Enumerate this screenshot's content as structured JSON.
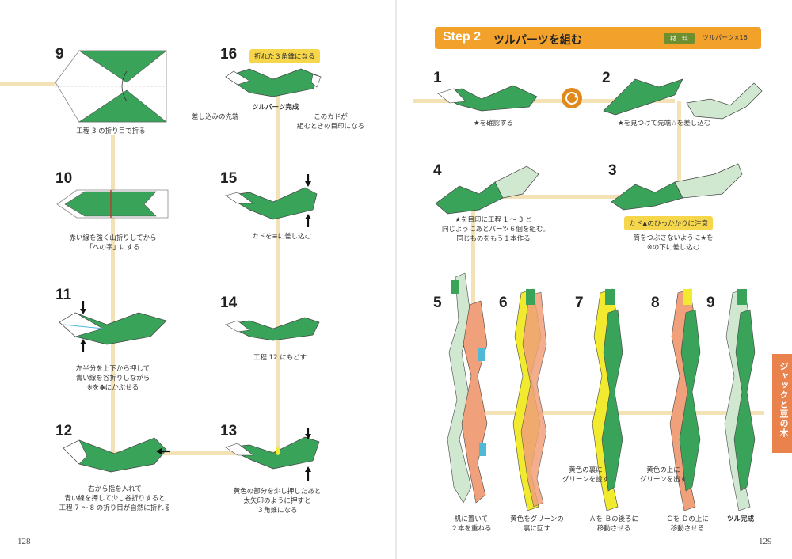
{
  "left_page": {
    "page_number": "128",
    "steps": [
      {
        "id": "s9",
        "number": "9",
        "caption": [
          "工程 3 の折り目で折る"
        ]
      },
      {
        "id": "s10",
        "number": "10",
        "caption": [
          "赤い線を強く山折りしてから",
          "「への字」にする"
        ]
      },
      {
        "id": "s11",
        "number": "11",
        "caption": [
          "左半分を上下から押して",
          "青い線を谷折りしながら",
          "※を✽にかぶせる"
        ]
      },
      {
        "id": "s12",
        "number": "12",
        "caption": [
          "右から指を入れて",
          "青い線を押して少し谷折りすると",
          "工程 7 ～ 8 の折り目が自然に折れる"
        ]
      },
      {
        "id": "s13",
        "number": "13",
        "caption": [
          "黄色の部分を少し押したあと",
          "太矢印のように押すと",
          "３角錐になる"
        ]
      },
      {
        "id": "s14",
        "number": "14",
        "caption": [
          "工程 12 にもどす"
        ]
      },
      {
        "id": "s15",
        "number": "15",
        "caption": [
          "カドを≡に差し込む"
        ]
      },
      {
        "id": "s16",
        "number": "16",
        "caption": [
          "ツルパーツ完成"
        ]
      }
    ],
    "s16_callout": "折れた３角錐になる",
    "s16_label_left": "差し込みの先端",
    "s16_label_right": [
      "このカドが",
      "組むときの目印になる"
    ]
  },
  "right_page": {
    "page_number": "129",
    "header": {
      "step_label": "Step 2",
      "title": "ツルパーツを組む",
      "materials_badge": "材　料",
      "materials": "ツルパーツ×16"
    },
    "side_tab": "ジャックと豆の木",
    "steps": [
      {
        "id": "r1",
        "number": "1",
        "caption": [
          "★を確認する"
        ]
      },
      {
        "id": "r2",
        "number": "2",
        "caption": [
          "★を見つけて先端☆を差し込む"
        ]
      },
      {
        "id": "r3",
        "number": "3",
        "caption": [
          "筒をつぶさないように★を",
          "※の下に差し込む"
        ]
      },
      {
        "id": "r4",
        "number": "4",
        "caption": [
          "★を目印に工程 1 ～ 3 と",
          "同じようにあとパーツ６個を組む。",
          "同じものをもう１本作る"
        ]
      },
      {
        "id": "r5",
        "number": "5",
        "caption": [
          "机に置いて",
          "２本を重ねる"
        ]
      },
      {
        "id": "r6",
        "number": "6",
        "caption": [
          "黄色をグリーンの",
          "裏に回す"
        ]
      },
      {
        "id": "r7",
        "number": "7",
        "caption": [
          "Ａを Ｂの後ろに",
          "移動させる"
        ]
      },
      {
        "id": "r8",
        "number": "8",
        "caption": [
          "Ｃを Ｄの上に",
          "移動させる"
        ]
      },
      {
        "id": "r9",
        "number": "9",
        "caption": [
          "ツル完成"
        ]
      }
    ],
    "r3_callout": "カド▲のひっかかりに注意",
    "r7_note": [
      "黄色の裏に",
      "グリーンを設す"
    ],
    "r8_note": [
      "黄色の上に",
      "グリーンを出す"
    ]
  },
  "colors": {
    "paper_green": "#3aa35a",
    "paper_light": "#cfe8cf",
    "yellow": "#f2ea2e",
    "salmon": "#f0a07a",
    "cyan": "#4fb9d6",
    "guide_line": "#f3e2b5",
    "header_orange": "#f2a22b",
    "side_tab": "#e9824c"
  }
}
